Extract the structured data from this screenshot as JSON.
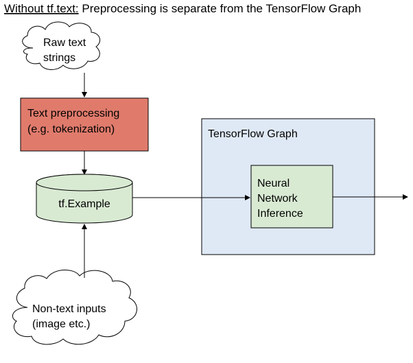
{
  "title": {
    "prefix": "Without tf.text:",
    "rest": " Preprocessing is separate from the TensorFlow Graph"
  },
  "nodes": {
    "raw_text": {
      "lines": [
        "Raw text",
        "strings"
      ]
    },
    "preprocessing": {
      "lines": [
        "Text preprocessing",
        "(e.g. tokenization)"
      ]
    },
    "tf_example": {
      "label": "tf.Example"
    },
    "graph": {
      "label": "TensorFlow Graph"
    },
    "inference": {
      "lines": [
        "Neural",
        "Network",
        "Inference"
      ]
    },
    "non_text": {
      "lines": [
        "Non-text inputs",
        "(image etc.)"
      ]
    }
  },
  "colors": {
    "preprocessing_fill": "#e07b6c",
    "green_fill": "#d9ead3",
    "graph_fill": "#dfe9f6",
    "stroke": "#000000"
  }
}
